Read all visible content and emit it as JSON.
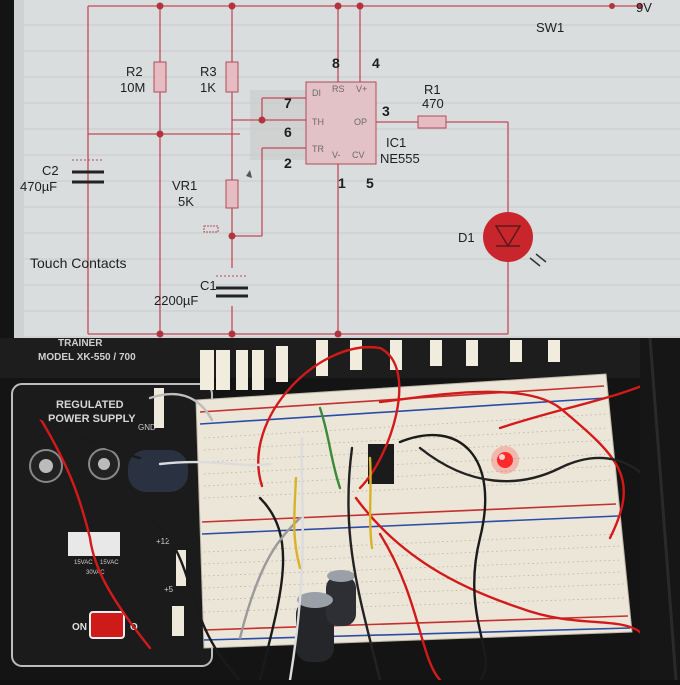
{
  "schematic": {
    "supply_label": "9V",
    "switch_label": "SW1",
    "r2": {
      "name": "R2",
      "value": "10M"
    },
    "r3": {
      "name": "R3",
      "value": "1K"
    },
    "r1": {
      "name": "R1",
      "value": "470"
    },
    "c2": {
      "name": "C2",
      "value": "470µF"
    },
    "c1": {
      "name": "C1",
      "value": "2200µF"
    },
    "vr1": {
      "name": "VR1",
      "value": "5K"
    },
    "ic": {
      "name": "IC1",
      "part": "NE555"
    },
    "led": {
      "name": "D1"
    },
    "touch_label": "Touch Contacts",
    "pins": {
      "p8": "8",
      "p4": "4",
      "p7": "7",
      "p6": "6",
      "p2": "2",
      "p3": "3",
      "p1": "1",
      "p5": "5"
    },
    "ic_pin_names": {
      "dis": "DI",
      "rs": "RS",
      "vcc": "V+",
      "th": "TH",
      "op": "OP",
      "tr": "TR",
      "gnd": "V-",
      "cv": "CV"
    }
  },
  "trainer": {
    "model": "MODEL XK-550 / 700",
    "brand_partial": "TRAINER",
    "psu_title_1": "REGULATED",
    "psu_title_2": "POWER SUPPLY",
    "gnd_label": "GND",
    "plus12": "+12",
    "plus5": "+5",
    "vac15a": "15VAC",
    "vac15b": "15VAC",
    "vac30": "30VAC",
    "on_label": "ON",
    "off_label": "O"
  },
  "colors": {
    "paper": "#dcdfdf",
    "wire": "#c24a5a",
    "led": "#c8262c",
    "panel": "#1a1a1a",
    "breadboard": "#ece6d8"
  }
}
